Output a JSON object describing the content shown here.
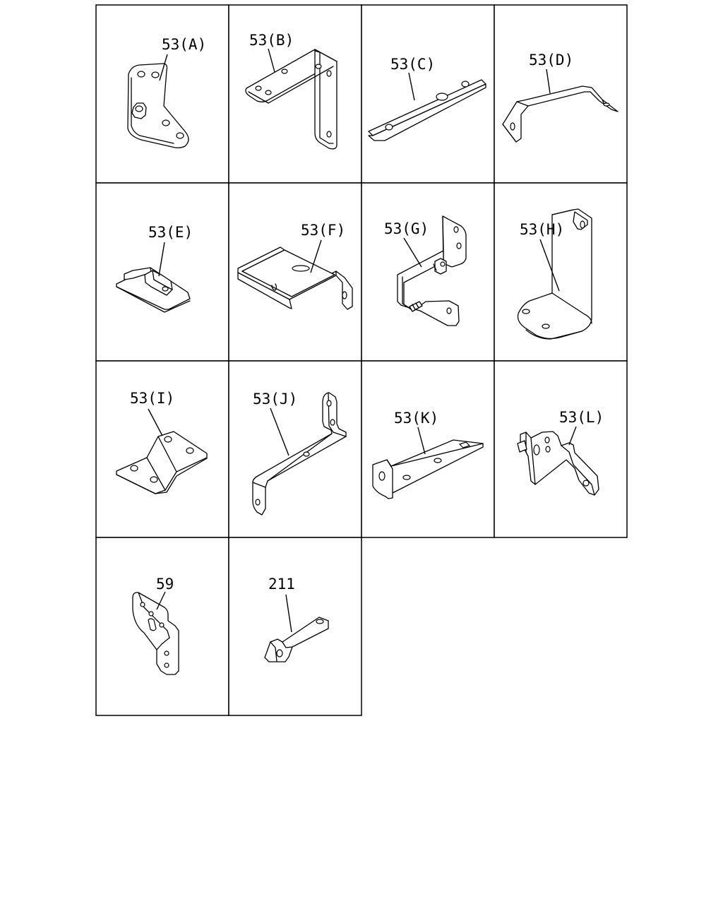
{
  "labels": {
    "a": "53(A)",
    "b": "53(B)",
    "c": "53(C)",
    "d": "53(D)",
    "e": "53(E)",
    "f": "53(F)",
    "g": "53(G)",
    "h": "53(H)",
    "i": "53(I)",
    "j": "53(J)",
    "k": "53(K)",
    "l": "53(L)",
    "p59": "59",
    "p211": "211"
  }
}
